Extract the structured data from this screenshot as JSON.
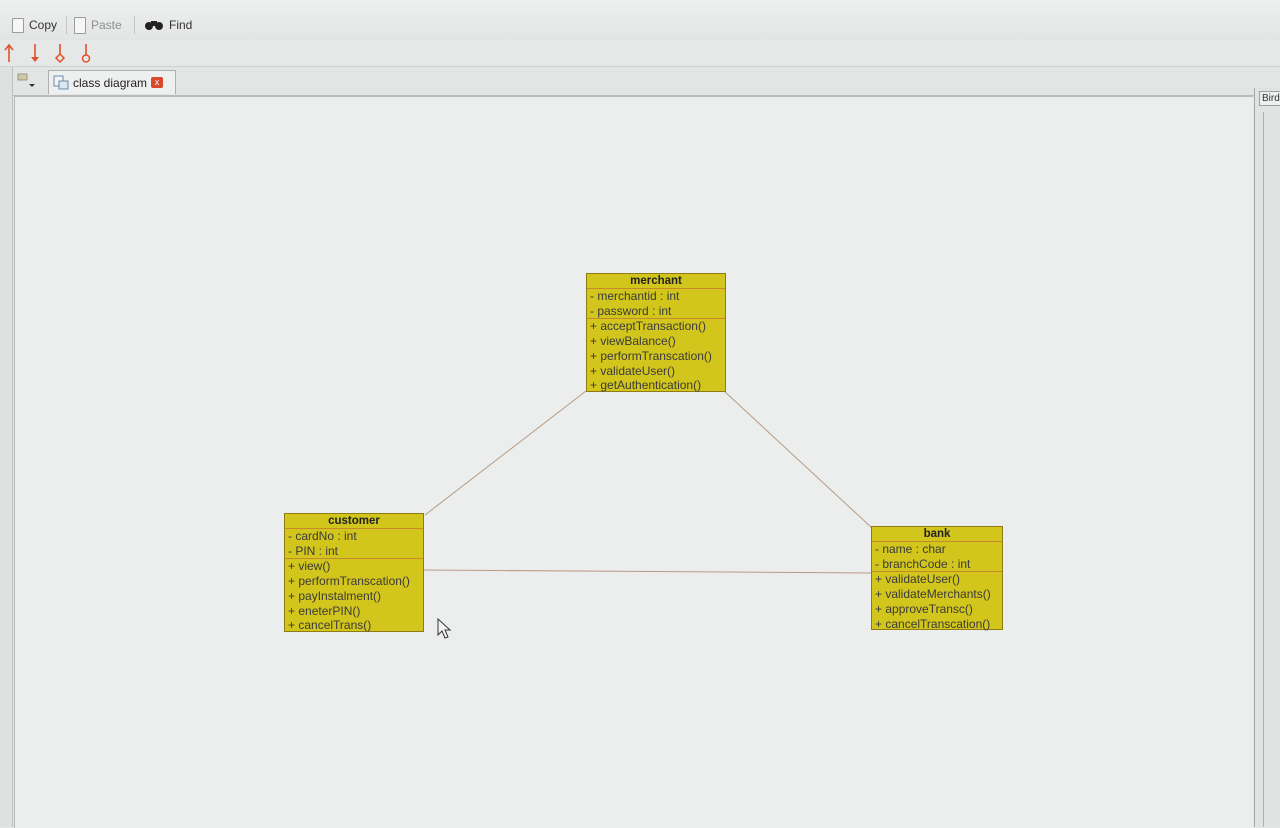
{
  "toolbar": {
    "copy_label": "Copy",
    "paste_label": "Paste",
    "find_label": "Find"
  },
  "tab": {
    "label": "class diagram",
    "close_glyph": "x"
  },
  "right_panel": {
    "label": "Bird"
  },
  "classes": {
    "merchant": {
      "name": "merchant",
      "attributes": [
        "- merchantid : int",
        "- password : int"
      ],
      "operations": [
        "+ acceptTransaction()",
        "+ viewBalance()",
        "+ performTranscation()",
        "+ validateUser()",
        "+ getAuthentication()"
      ]
    },
    "customer": {
      "name": "customer",
      "attributes": [
        "- cardNo : int",
        "- PIN : int"
      ],
      "operations": [
        "+ view()",
        "+ performTranscation()",
        "+ payInstalment()",
        "+ eneterPIN()",
        "+ cancelTrans()"
      ]
    },
    "bank": {
      "name": "bank",
      "attributes": [
        "- name : char",
        "- branchCode : int"
      ],
      "operations": [
        "+ validateUser()",
        "+ validateMerchants()",
        "+ approveTransc()",
        "+ cancelTranscation()"
      ]
    }
  },
  "colors": {
    "class_fill": "#d2c51c",
    "class_border": "#8f7a18",
    "link": "#b79a86",
    "arrow_icon": "#e0522c"
  }
}
